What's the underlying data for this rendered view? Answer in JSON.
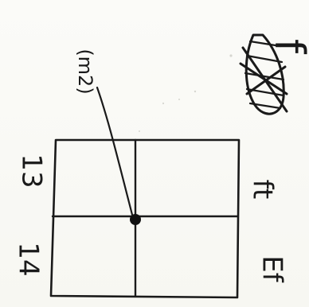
{
  "labels": {
    "tl": "13",
    "bl": "14",
    "tr": "ft",
    "br": "Ef",
    "callout": "(m2)",
    "corner": "f"
  }
}
